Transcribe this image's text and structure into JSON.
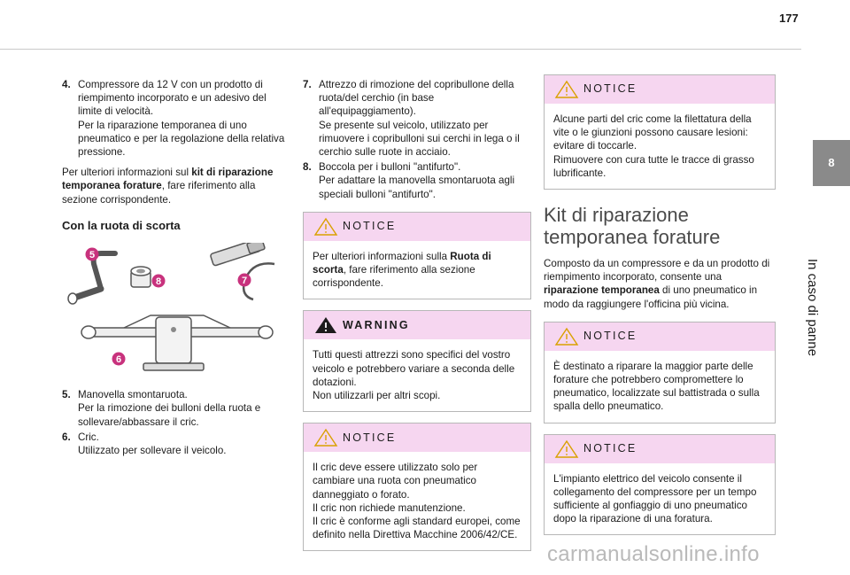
{
  "header": {
    "page_number": "177"
  },
  "side": {
    "chapter_number": "8",
    "chapter_title": "In caso di panne"
  },
  "col1": {
    "item4_num": "4.",
    "item4_text": "Compressore da 12 V con un prodotto di riempimento incorporato e un adesivo del limite di velocità.\nPer la riparazione temporanea di uno pneumatico e per la regolazione della relativa pressione.",
    "ref_prefix": "Per ulteriori informazioni sul ",
    "ref_bold": "kit di riparazione temporanea forature",
    "ref_suffix": ", fare riferimento alla sezione corrispondente.",
    "heading": "Con la ruota di scorta",
    "figure_labels": [
      "5",
      "8",
      "7",
      "6"
    ],
    "item5_num": "5.",
    "item5_text": "Manovella smontaruota.\nPer la rimozione dei bulloni della ruota e sollevare/abbassare il cric.",
    "item6_num": "6.",
    "item6_text": "Cric.\nUtilizzato per sollevare il veicolo."
  },
  "col2": {
    "item7_num": "7.",
    "item7_text": "Attrezzo di rimozione del copribullone della ruota/del cerchio (in base all'equipaggiamento).\nSe presente sul veicolo, utilizzato per rimuovere i copribulloni sui cerchi in lega o il cerchio sulle ruote in acciaio.",
    "item8_num": "8.",
    "item8_text": "Boccola per i bulloni \"antifurto\".\nPer adattare la manovella smontaruota agli speciali bulloni \"antifurto\".",
    "notice1_label": "NOTICE",
    "notice1_prefix": "Per ulteriori informazioni sulla ",
    "notice1_bold": "Ruota di scorta",
    "notice1_suffix": ", fare riferimento alla sezione corrispondente.",
    "warning_label": "WARNING",
    "warning_text": "Tutti questi attrezzi sono specifici del vostro veicolo e potrebbero variare a seconda delle dotazioni.\nNon utilizzarli per altri scopi.",
    "notice2_label": "NOTICE",
    "notice2_text": "Il cric deve essere utilizzato solo per cambiare una ruota con pneumatico danneggiato o forato.\nIl cric non richiede manutenzione.\nIl cric è conforme agli standard europei, come definito nella Direttiva Macchine 2006/42/CE."
  },
  "col3": {
    "notice3_label": "NOTICE",
    "notice3_text": "Alcune parti del cric come la filettatura della vite o le giunzioni possono causare lesioni: evitare di toccarle.\nRimuovere con cura tutte le tracce di grasso lubrificante.",
    "kit_title": "Kit di riparazione temporanea forature",
    "kit_prefix": "Composto da un compressore e da un prodotto di riempimento incorporato, consente una ",
    "kit_bold": "riparazione temporanea",
    "kit_suffix": " di uno pneumatico in modo da raggiungere l'officina più vicina.",
    "notice4_label": "NOTICE",
    "notice4_text": "È destinato a riparare la maggior parte delle forature che potrebbero compromettere lo pneumatico, localizzate sul battistrada o sulla spalla dello pneumatico.",
    "notice5_label": "NOTICE",
    "notice5_text": "L'impianto elettrico del veicolo consente il collegamento del compressore per un tempo sufficiente al gonfiaggio di uno pneumatico dopo la riparazione di una foratura."
  },
  "watermark": {
    "text": "carmanualsonline.info"
  },
  "colors": {
    "notice_header": "#f6d6f0",
    "callout": "#c8327d",
    "side_tab": "#8a8a8a"
  }
}
